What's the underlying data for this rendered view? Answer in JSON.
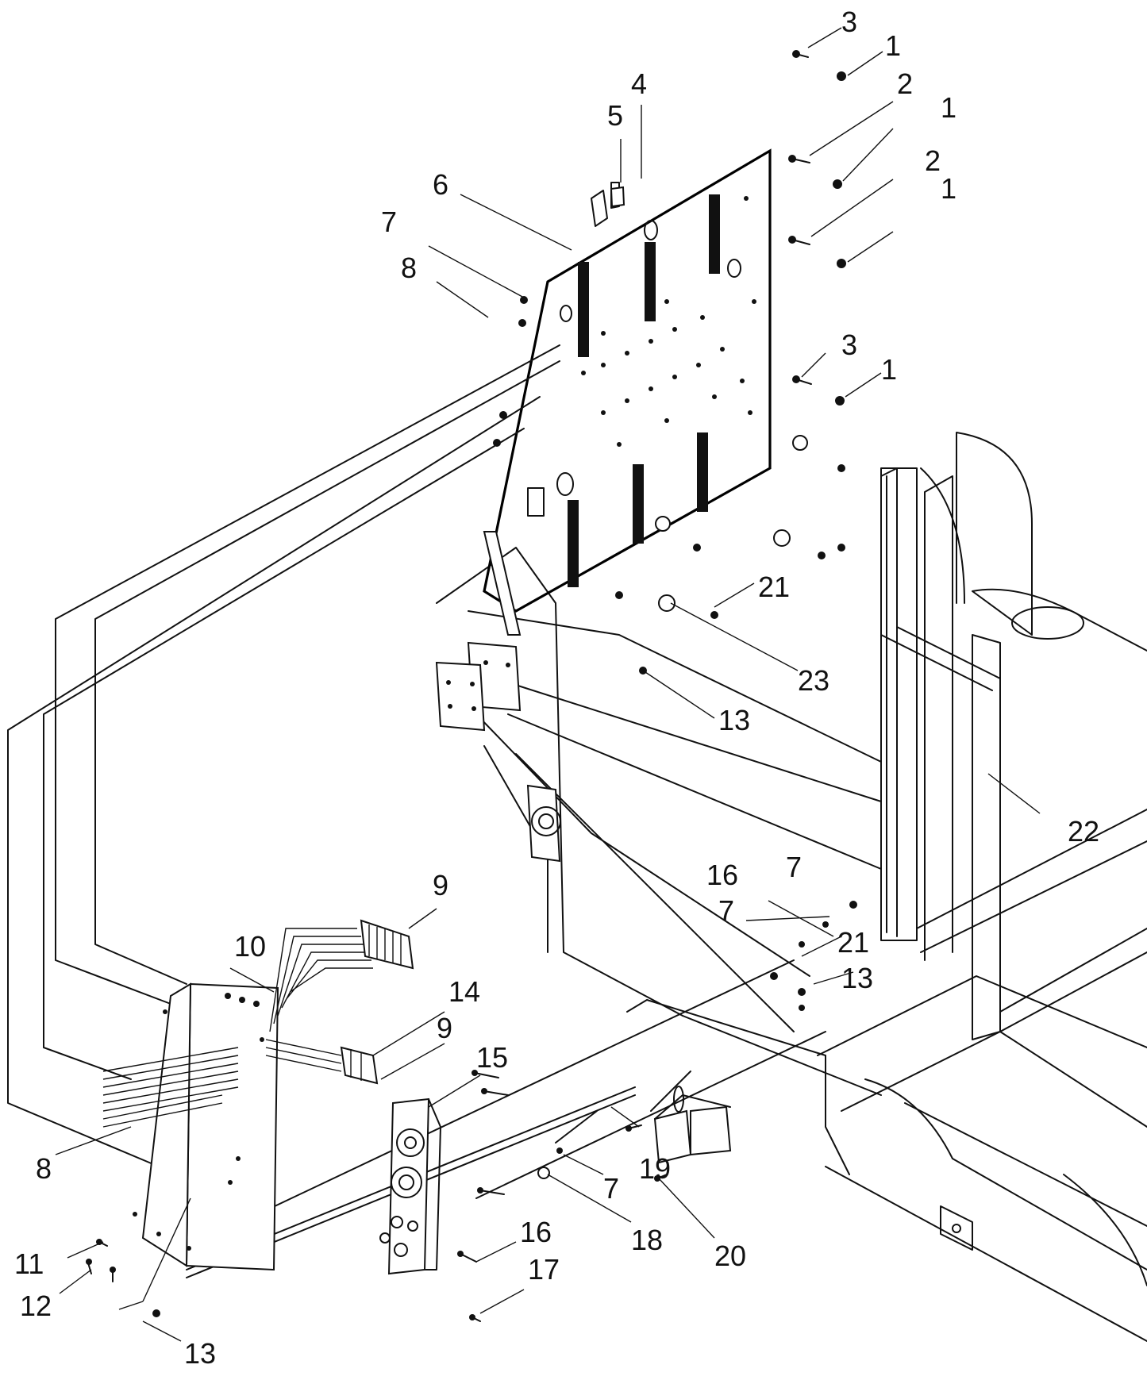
{
  "callouts": [
    {
      "id": "c3a",
      "label": "3"
    },
    {
      "id": "c1a",
      "label": "1"
    },
    {
      "id": "c2a",
      "label": "2"
    },
    {
      "id": "c1b",
      "label": "1"
    },
    {
      "id": "c2b",
      "label": "2"
    },
    {
      "id": "c1c",
      "label": "1"
    },
    {
      "id": "c4",
      "label": "4"
    },
    {
      "id": "c5",
      "label": "5"
    },
    {
      "id": "c6",
      "label": "6"
    },
    {
      "id": "c7a",
      "label": "7"
    },
    {
      "id": "c8a",
      "label": "8"
    },
    {
      "id": "c3b",
      "label": "3"
    },
    {
      "id": "c1d",
      "label": "1"
    },
    {
      "id": "c21a",
      "label": "21"
    },
    {
      "id": "c23",
      "label": "23"
    },
    {
      "id": "c13a",
      "label": "13"
    },
    {
      "id": "c22",
      "label": "22"
    },
    {
      "id": "c16a",
      "label": "16"
    },
    {
      "id": "c7b",
      "label": "7"
    },
    {
      "id": "c7c",
      "label": "7"
    },
    {
      "id": "c21b",
      "label": "21"
    },
    {
      "id": "c13b",
      "label": "13"
    },
    {
      "id": "c9a",
      "label": "9"
    },
    {
      "id": "c10",
      "label": "10"
    },
    {
      "id": "c14",
      "label": "14"
    },
    {
      "id": "c9b",
      "label": "9"
    },
    {
      "id": "c15",
      "label": "15"
    },
    {
      "id": "c8b",
      "label": "8"
    },
    {
      "id": "c19",
      "label": "19"
    },
    {
      "id": "c7d",
      "label": "7"
    },
    {
      "id": "c18",
      "label": "18"
    },
    {
      "id": "c20",
      "label": "20"
    },
    {
      "id": "c16b",
      "label": "16"
    },
    {
      "id": "c17",
      "label": "17"
    },
    {
      "id": "c11",
      "label": "11"
    },
    {
      "id": "c12",
      "label": "12"
    },
    {
      "id": "c13c",
      "label": "13"
    }
  ]
}
